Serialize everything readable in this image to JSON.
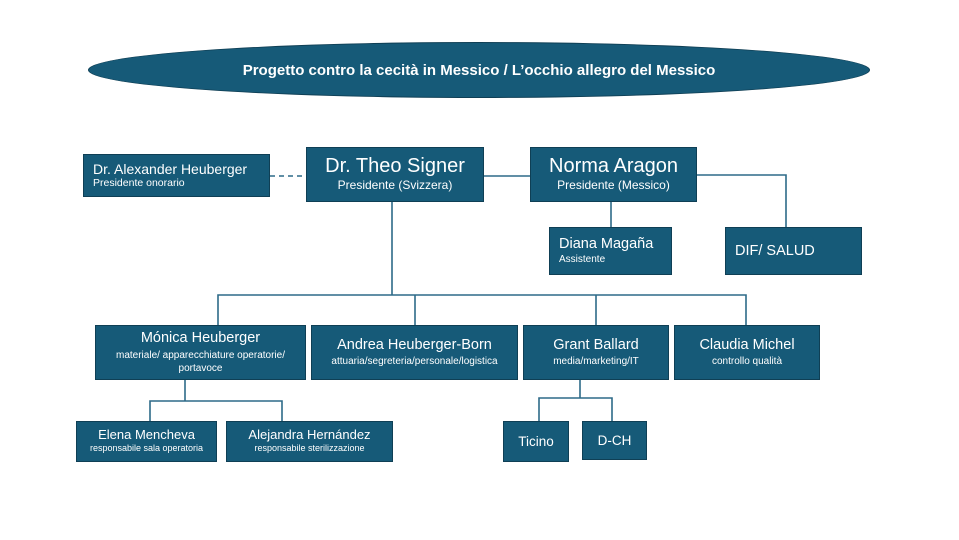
{
  "title": "Progetto contro la cecità in Messico / L’occhio allegro del Messico",
  "nodes": {
    "heuberger_alexander": {
      "name": "Dr. Alexander Heuberger",
      "role": "Presidente onorario"
    },
    "signer": {
      "name": "Dr. Theo Signer",
      "role": "Presidente (Svizzera)"
    },
    "aragon": {
      "name": "Norma Aragon",
      "role": "Presidente (Messico)"
    },
    "magana": {
      "name": "Diana Magaña",
      "role": "Assistente"
    },
    "dif": {
      "name": "DIF/ SALUD"
    },
    "monica": {
      "name": "Mónica Heuberger",
      "role": "materiale/ apparecchiature operatorie/ portavoce"
    },
    "andrea": {
      "name": "Andrea Heuberger-Born",
      "role": "attuaria/segreteria/personale/logistica"
    },
    "grant": {
      "name": "Grant Ballard",
      "role": "media/marketing/IT"
    },
    "claudia": {
      "name": "Claudia Michel",
      "role": "controllo qualità"
    },
    "elena": {
      "name": "Elena Mencheva",
      "role": "responsabile sala operatoria"
    },
    "alejandra": {
      "name": "Alejandra Hernández",
      "role": "responsabile sterilizzazione"
    },
    "ticino": {
      "name": "Ticino"
    },
    "dch": {
      "name": "D-CH"
    }
  }
}
